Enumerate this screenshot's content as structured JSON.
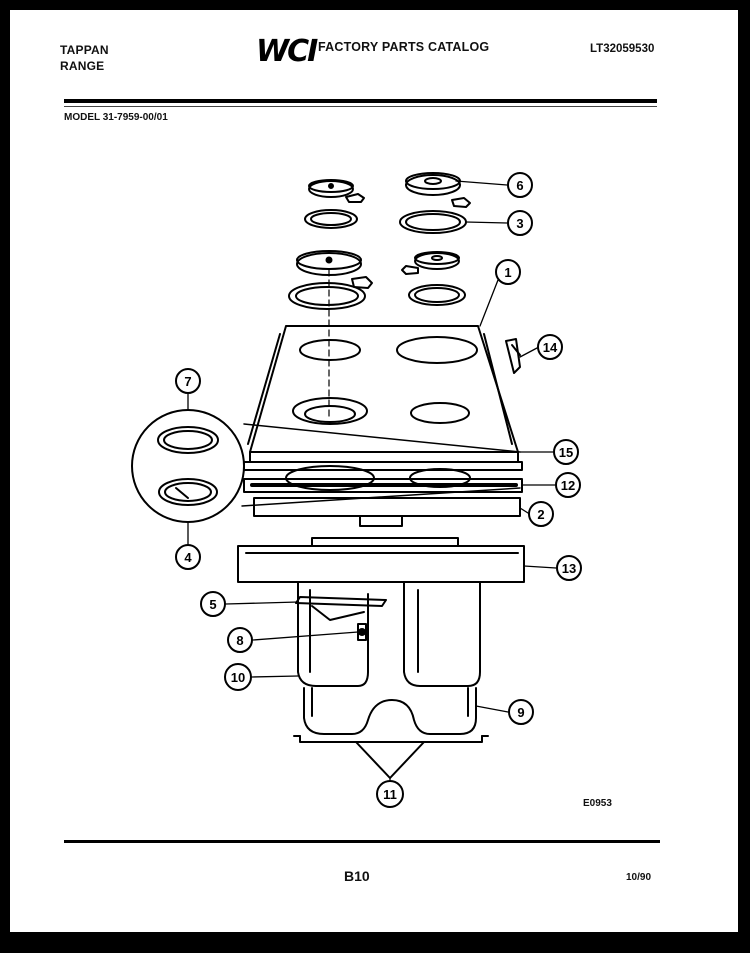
{
  "header": {
    "brand_line1": "TAPPAN",
    "brand_line2": "RANGE",
    "logo": "WCI",
    "catalog_title": "FACTORY PARTS CATALOG",
    "catalog_number": "LT32059530"
  },
  "model_line": "MODEL 31-7959-00/01",
  "figure_id": "E0953",
  "footer": {
    "page": "B10",
    "date": "10/90"
  },
  "callouts": [
    {
      "key": "c1",
      "label": "1"
    },
    {
      "key": "c2",
      "label": "2"
    },
    {
      "key": "c3",
      "label": "3"
    },
    {
      "key": "c4",
      "label": "4"
    },
    {
      "key": "c5",
      "label": "5"
    },
    {
      "key": "c6",
      "label": "6"
    },
    {
      "key": "c7",
      "label": "7"
    },
    {
      "key": "c8",
      "label": "8"
    },
    {
      "key": "c9",
      "label": "9"
    },
    {
      "key": "c10",
      "label": "10"
    },
    {
      "key": "c11",
      "label": "11"
    },
    {
      "key": "c12",
      "label": "12"
    },
    {
      "key": "c13",
      "label": "13"
    },
    {
      "key": "c14",
      "label": "14"
    },
    {
      "key": "c15",
      "label": "15"
    }
  ]
}
